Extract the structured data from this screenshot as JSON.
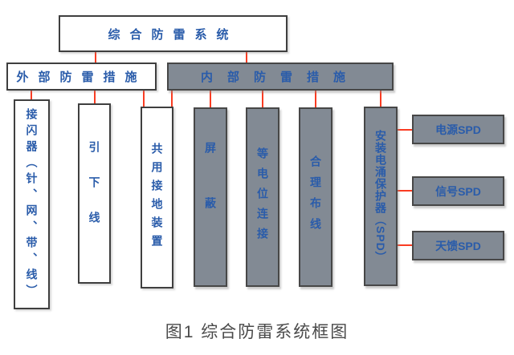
{
  "diagram": {
    "root": {
      "label": "综合防雷系统"
    },
    "branches": [
      {
        "id": "external",
        "label": "外部防雷措施"
      },
      {
        "id": "internal",
        "label": "内部防雷措施"
      }
    ],
    "external_items": [
      {
        "label": "接闪器（针、网、带、线）"
      },
      {
        "label": "引下线"
      },
      {
        "label": "共用接地装置"
      }
    ],
    "internal_items": [
      {
        "label": "屏蔽"
      },
      {
        "label": "等电位连接"
      },
      {
        "label": "合理布线"
      },
      {
        "label": "安装电涌保护器（SPD）"
      }
    ],
    "spd_types": [
      {
        "label": "电源SPD"
      },
      {
        "label": "信号SPD"
      },
      {
        "label": "天馈SPD"
      }
    ],
    "caption": "图1 综合防雷系统框图"
  },
  "colors": {
    "box_blue_text": "#2a5caa",
    "gray_fill": "#828a94",
    "connector_red": "#fa3c22",
    "border_dark": "#3f3f3f",
    "caption_gray": "#4a4a4a"
  }
}
